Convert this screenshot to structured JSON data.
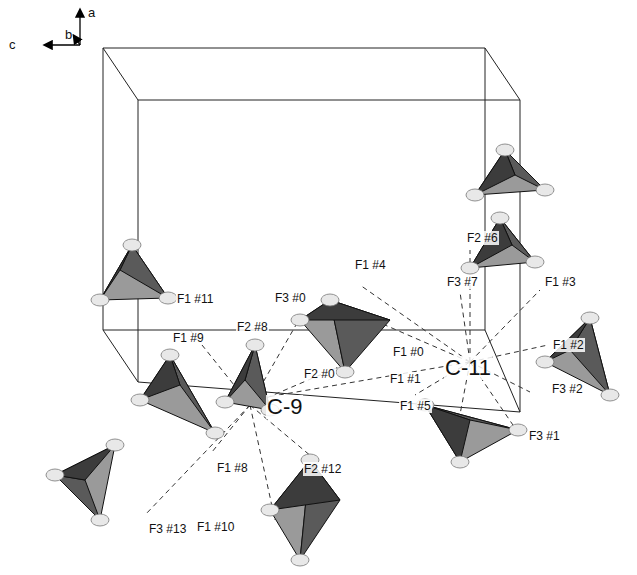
{
  "diagram": {
    "labels": [
      "a",
      "b",
      "c",
      "F2 #6",
      "F1 #4",
      "F3 #7",
      "F1 #3",
      "F1 #11",
      "F3 #0",
      "F1 #2",
      "F1 #0",
      "C-11",
      "F2 #8",
      "F1 #9",
      "C-9",
      "F2 #0",
      "F1 #1",
      "F3 #2",
      "F1 #5",
      "F3 #1",
      "F1 #8",
      "F2 #12",
      "F1 #10",
      "F3 #13"
    ]
  }
}
